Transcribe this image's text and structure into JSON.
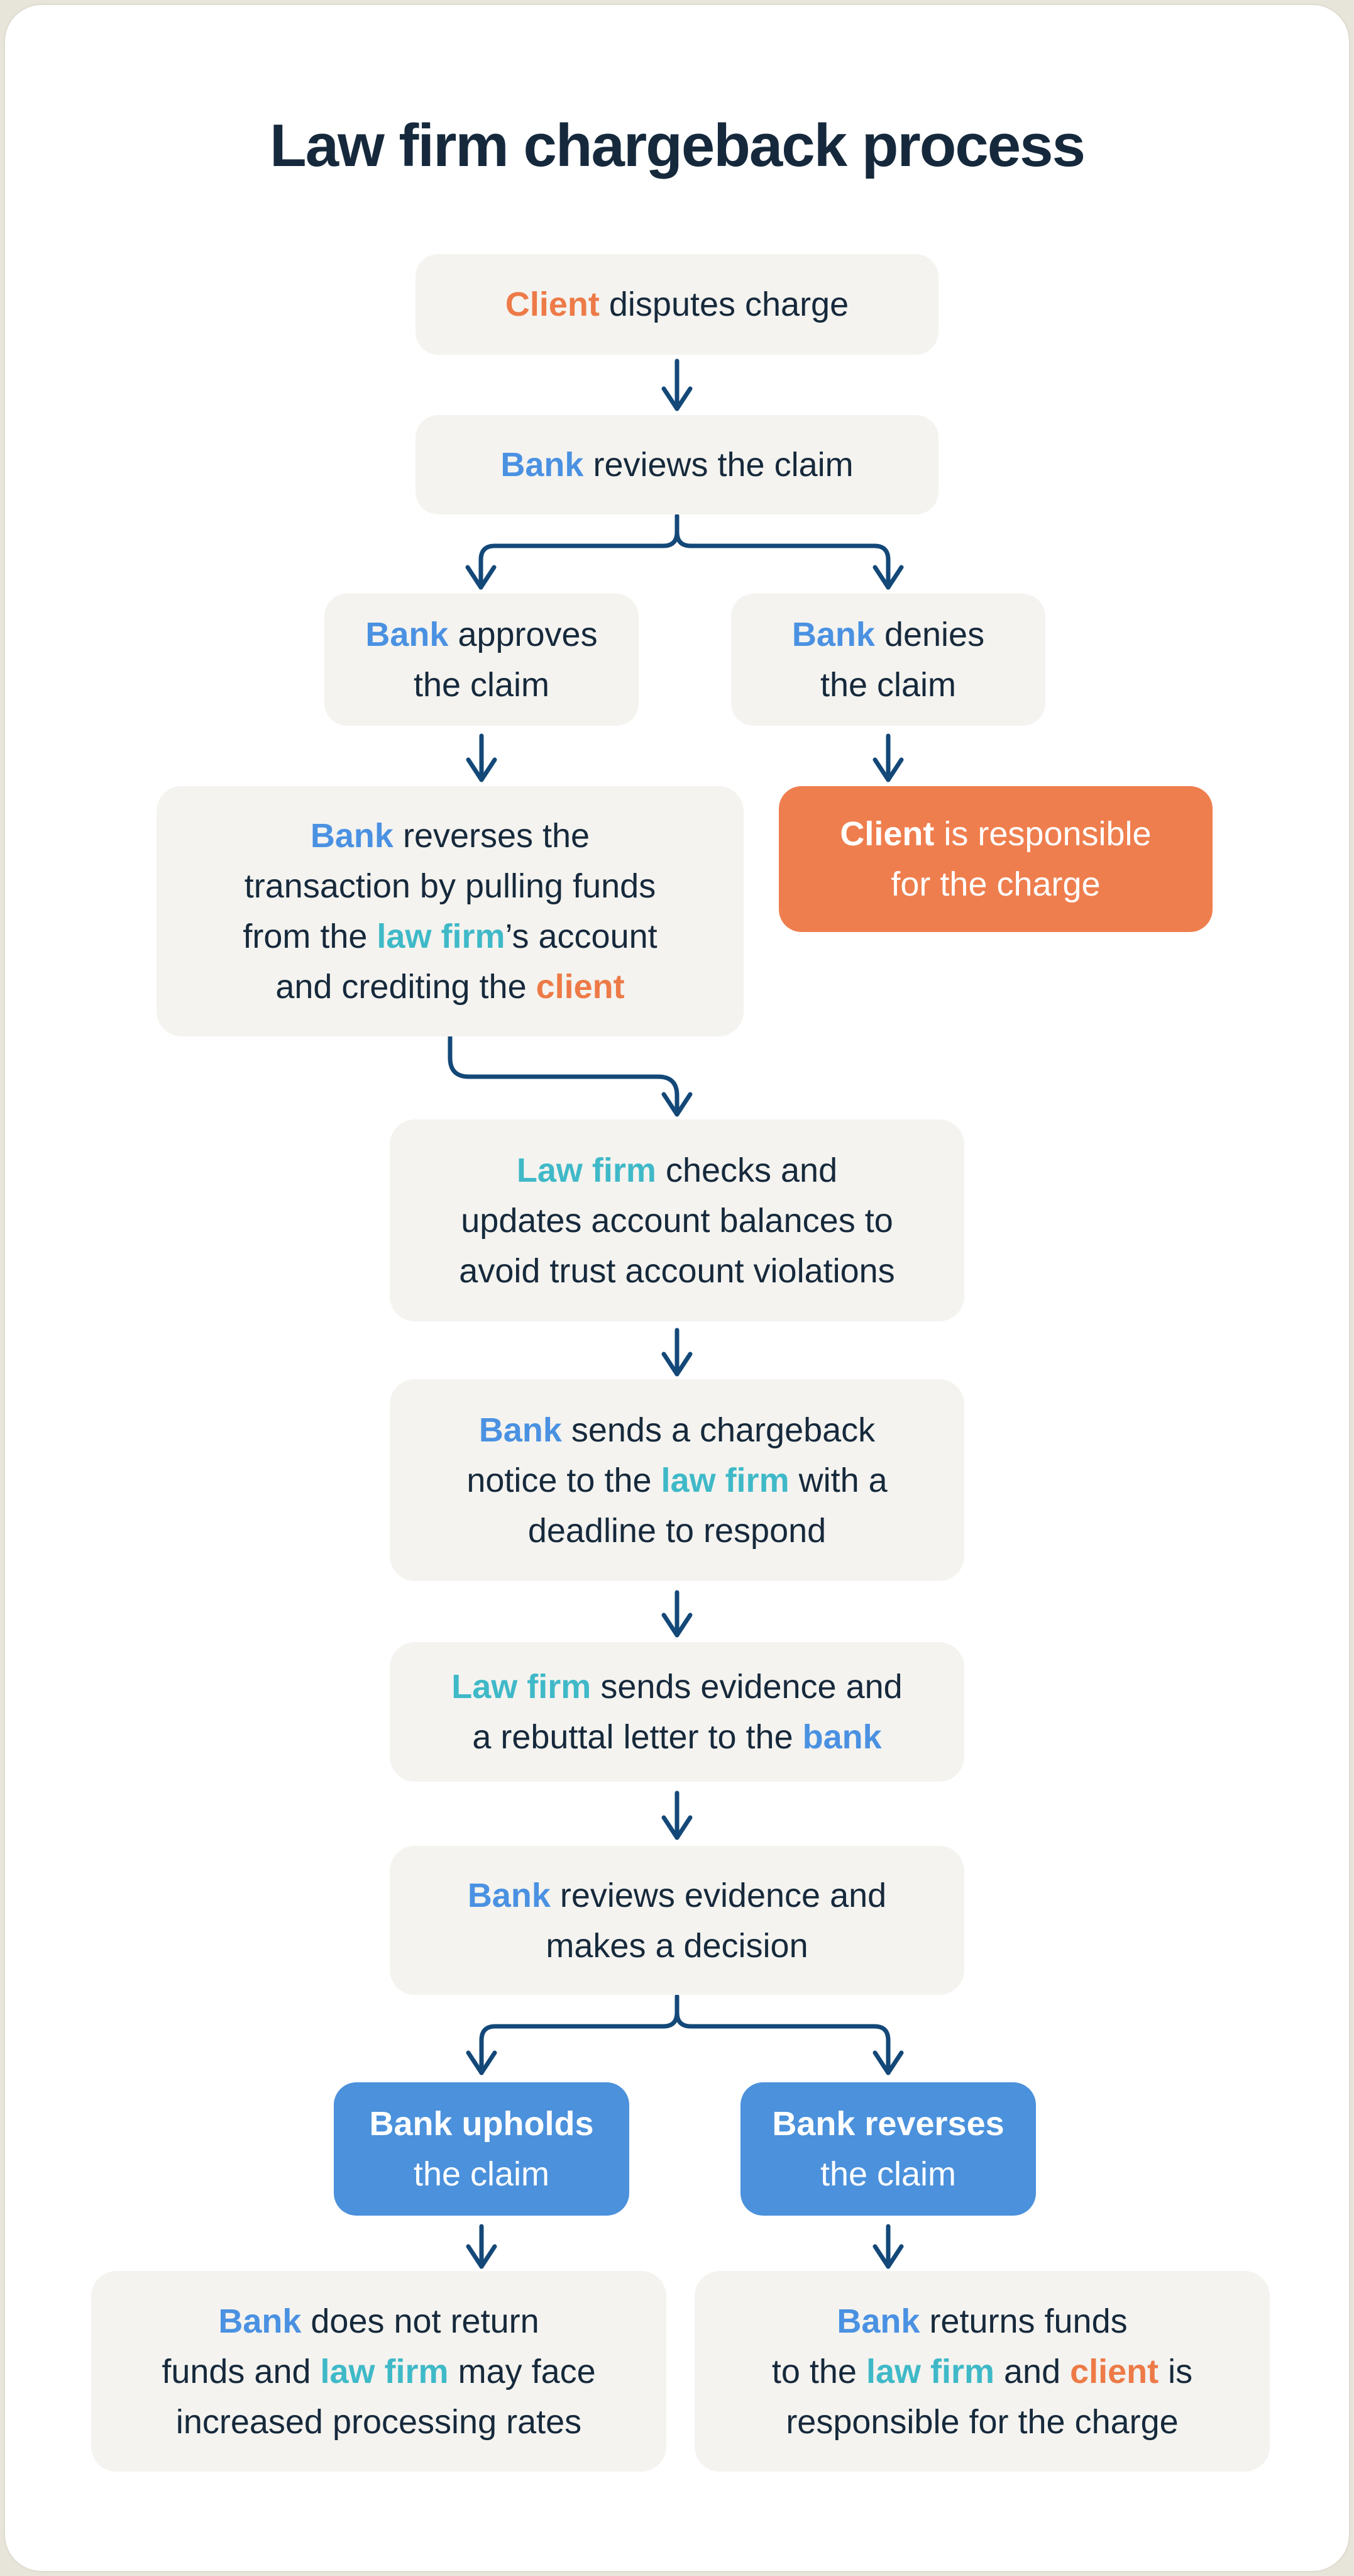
{
  "title": "Law firm chargeback process",
  "palette": {
    "page_bg": "#E7E4D9",
    "card_bg": "#FFFFFF",
    "card_border": "#DFDBD0",
    "box_bg": "#F4F3EF",
    "navy": "#16293C",
    "blue": "#4A91E2",
    "blue_box": "#4B91DC",
    "teal": "#3FB9C8",
    "orange": "#ED7A47",
    "orange_box": "#EF7E4E",
    "arrow": "#134878"
  },
  "nodes": [
    {
      "id": "client-disputes",
      "variant": "gray",
      "lines": [
        [
          {
            "t": "Client",
            "c": "orange",
            "b": true
          },
          {
            "t": " disputes charge"
          }
        ]
      ]
    },
    {
      "id": "bank-reviews-claim",
      "variant": "gray",
      "lines": [
        [
          {
            "t": "Bank",
            "c": "blue",
            "b": true
          },
          {
            "t": " reviews the claim"
          }
        ]
      ]
    },
    {
      "id": "bank-approves",
      "variant": "gray",
      "lines": [
        [
          {
            "t": "Bank",
            "c": "blue",
            "b": true
          },
          {
            "t": " approves"
          }
        ],
        [
          {
            "t": "the claim"
          }
        ]
      ]
    },
    {
      "id": "bank-denies",
      "variant": "gray",
      "lines": [
        [
          {
            "t": "Bank",
            "c": "blue",
            "b": true
          },
          {
            "t": " denies"
          }
        ],
        [
          {
            "t": "the claim"
          }
        ]
      ]
    },
    {
      "id": "bank-reverses-transaction",
      "variant": "gray",
      "lines": [
        [
          {
            "t": "Bank",
            "c": "blue",
            "b": true
          },
          {
            "t": " reverses the"
          }
        ],
        [
          {
            "t": "transaction by pulling funds"
          }
        ],
        [
          {
            "t": "from the "
          },
          {
            "t": "law firm",
            "c": "teal",
            "b": true
          },
          {
            "t": "’s account"
          }
        ],
        [
          {
            "t": "and crediting the "
          },
          {
            "t": "client",
            "c": "orange",
            "b": true
          }
        ]
      ]
    },
    {
      "id": "client-responsible",
      "variant": "orange",
      "lines": [
        [
          {
            "t": "Client",
            "b": true
          },
          {
            "t": " is responsible"
          }
        ],
        [
          {
            "t": "for the charge"
          }
        ]
      ]
    },
    {
      "id": "lawfirm-checks-balances",
      "variant": "gray",
      "lines": [
        [
          {
            "t": "Law firm",
            "c": "teal",
            "b": true
          },
          {
            "t": " checks and"
          }
        ],
        [
          {
            "t": "updates account balances to"
          }
        ],
        [
          {
            "t": "avoid trust account violations"
          }
        ]
      ]
    },
    {
      "id": "bank-sends-notice",
      "variant": "gray",
      "lines": [
        [
          {
            "t": "Bank",
            "c": "blue",
            "b": true
          },
          {
            "t": " sends a chargeback"
          }
        ],
        [
          {
            "t": "notice to the "
          },
          {
            "t": "law firm",
            "c": "teal",
            "b": true
          },
          {
            "t": " with a"
          }
        ],
        [
          {
            "t": "deadline to respond"
          }
        ]
      ]
    },
    {
      "id": "lawfirm-sends-evidence",
      "variant": "gray",
      "lines": [
        [
          {
            "t": "Law firm",
            "c": "teal",
            "b": true
          },
          {
            "t": " sends evidence and"
          }
        ],
        [
          {
            "t": "a rebuttal letter to the "
          },
          {
            "t": "bank",
            "c": "blue",
            "b": true
          }
        ]
      ]
    },
    {
      "id": "bank-reviews-evidence",
      "variant": "gray",
      "lines": [
        [
          {
            "t": "Bank",
            "c": "blue",
            "b": true
          },
          {
            "t": " reviews evidence and"
          }
        ],
        [
          {
            "t": "makes a decision"
          }
        ]
      ]
    },
    {
      "id": "bank-upholds",
      "variant": "blue",
      "lines": [
        [
          {
            "t": "Bank upholds",
            "b": true
          }
        ],
        [
          {
            "t": "the claim"
          }
        ]
      ]
    },
    {
      "id": "bank-reverses-claim",
      "variant": "blue",
      "lines": [
        [
          {
            "t": "Bank reverses",
            "b": true
          }
        ],
        [
          {
            "t": "the claim"
          }
        ]
      ]
    },
    {
      "id": "bank-keeps-funds",
      "variant": "gray",
      "lines": [
        [
          {
            "t": "Bank",
            "c": "blue",
            "b": true
          },
          {
            "t": " does not return"
          }
        ],
        [
          {
            "t": "funds and "
          },
          {
            "t": "law firm",
            "c": "teal",
            "b": true
          },
          {
            "t": " may face"
          }
        ],
        [
          {
            "t": "increased processing rates"
          }
        ]
      ]
    },
    {
      "id": "bank-returns-funds",
      "variant": "gray",
      "lines": [
        [
          {
            "t": "Bank",
            "c": "blue",
            "b": true
          },
          {
            "t": " returns funds"
          }
        ],
        [
          {
            "t": "to the "
          },
          {
            "t": "law firm",
            "c": "teal",
            "b": true
          },
          {
            "t": " and "
          },
          {
            "t": "client",
            "c": "orange",
            "b": true
          },
          {
            "t": " is"
          }
        ],
        [
          {
            "t": "responsible for the charge"
          }
        ]
      ]
    }
  ]
}
